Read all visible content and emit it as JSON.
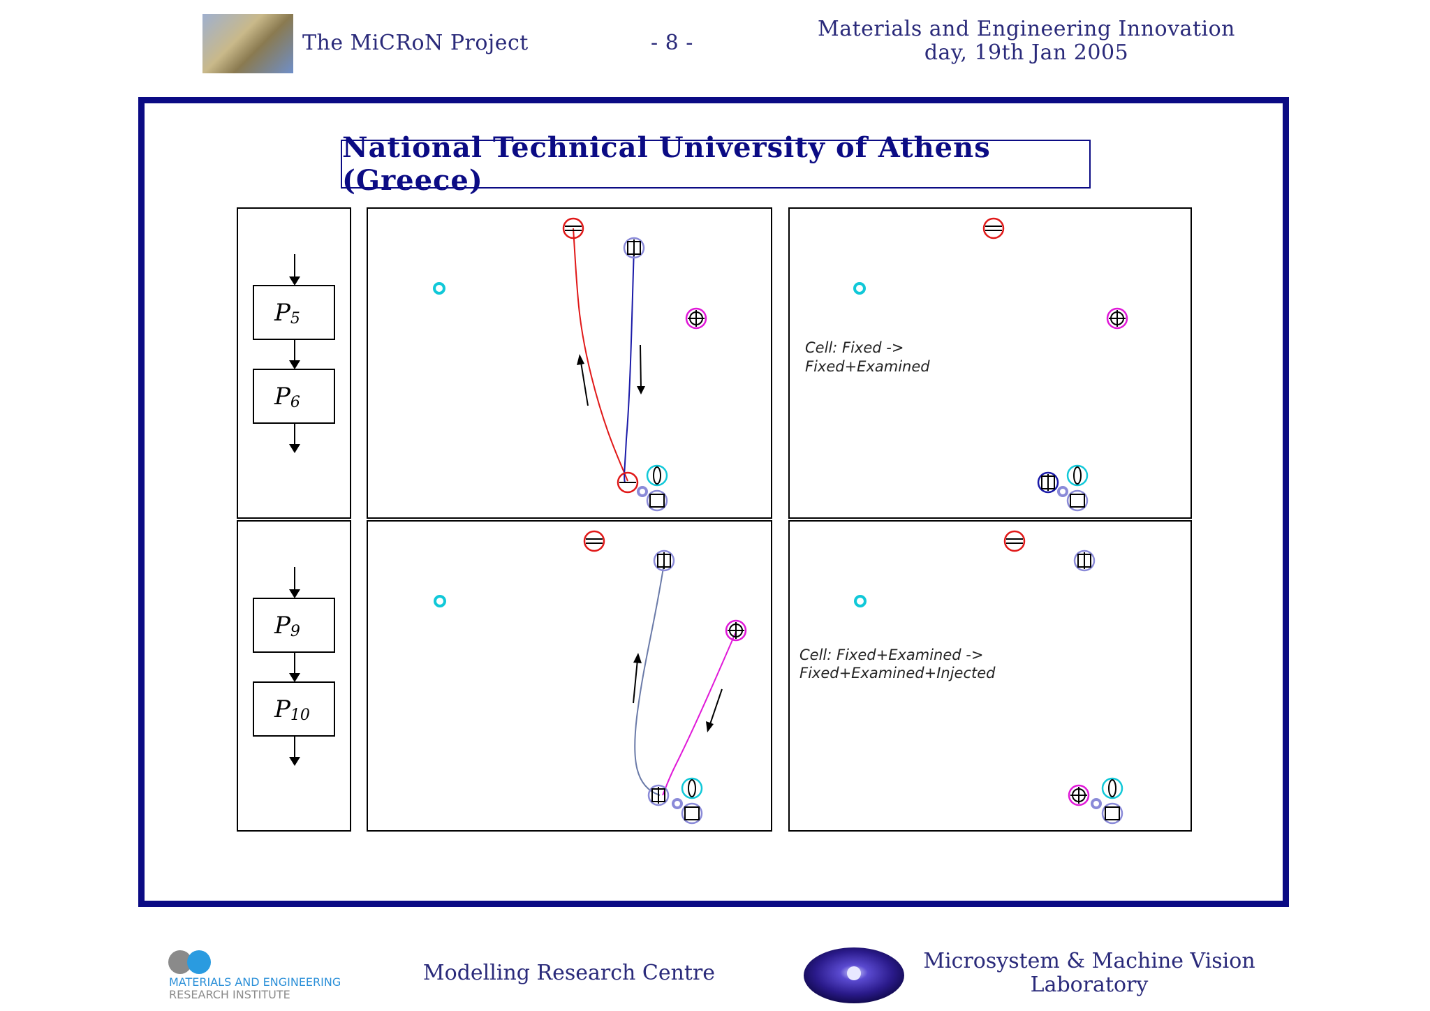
{
  "header": {
    "project": "The MiCRoN Project",
    "page": "- 8 -",
    "event_line1": "Materials and Engineering Innovation",
    "event_line2": "day, 19th Jan 2005"
  },
  "slide": {
    "title": "National Technical University of Athens (Greece)",
    "row1": {
      "process_a": "P",
      "process_a_sub": "5",
      "process_b": "P",
      "process_b_sub": "6",
      "note_line1": "Cell: Fixed ->",
      "note_line2": "Fixed+Examined"
    },
    "row2": {
      "process_a": "P",
      "process_a_sub": "9",
      "process_b": "P",
      "process_b_sub": "10",
      "note_line1": "Cell: Fixed+Examined ->",
      "note_line2": "Fixed+Examined+Injected"
    }
  },
  "footer": {
    "left_line1": "MATERIALS AND ENGINEERING",
    "left_line2": "RESEARCH INSTITUTE",
    "center": "Modelling Research Centre",
    "right_line1": "Microsystem & Machine Vision",
    "right_line2": "Laboratory"
  },
  "colors": {
    "frame": "#0b0b84",
    "red_path": "#e01818",
    "blue_path": "#1a1aa8",
    "gray_path": "#6a7aa8",
    "magenta_path": "#e018d8",
    "cyan": "#10c8d8"
  }
}
